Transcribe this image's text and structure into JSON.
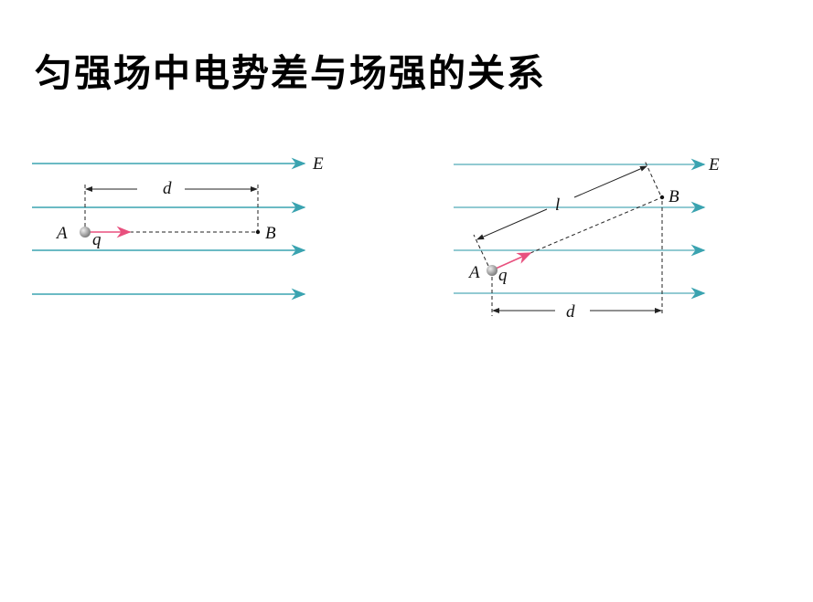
{
  "title": "匀强场中电势差与场强的关系",
  "colors": {
    "field_line": "#3aa3b0",
    "velocity_arrow": "#e8507e",
    "dimension": "#222222"
  },
  "diagram_left": {
    "field_label": "E",
    "point_a": "A",
    "point_b": "B",
    "charge": "q",
    "distance": "d"
  },
  "diagram_right": {
    "field_label": "E",
    "point_a": "A",
    "point_b": "B",
    "charge": "q",
    "distance": "d",
    "length": "l"
  }
}
